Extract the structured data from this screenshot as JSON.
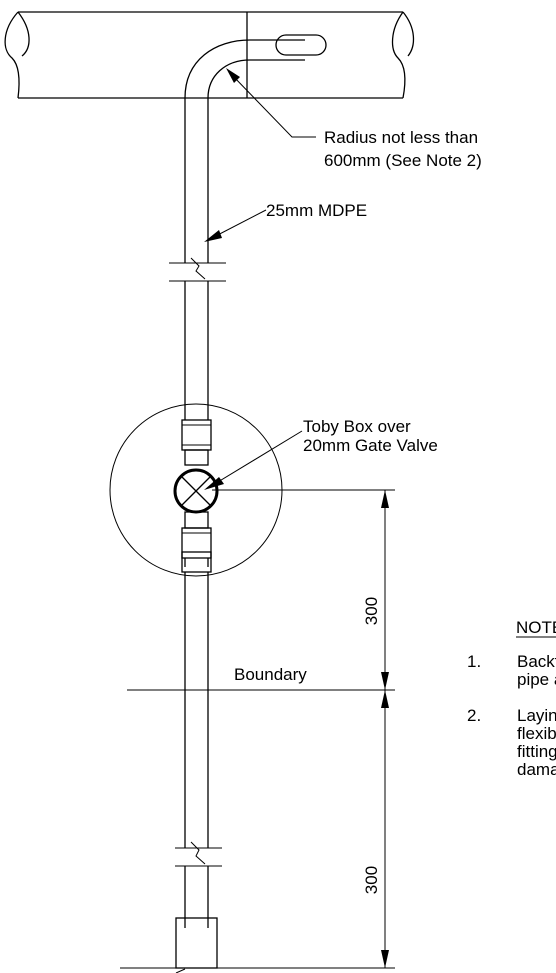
{
  "labels": {
    "radius_line1": "Radius not less than",
    "radius_line2": "600mm (See Note 2)",
    "pipe": "25mm MDPE",
    "toby_line1": "Toby Box over",
    "toby_line2": "20mm Gate Valve",
    "boundary": "Boundary"
  },
  "dimensions": {
    "upper": "300",
    "lower": "300"
  },
  "notes": {
    "heading": "NOTE",
    "items": [
      {
        "number": "1.",
        "lines": [
          "Backfi",
          "pipe a"
        ]
      },
      {
        "number": "2.",
        "lines": [
          "Laying",
          "flexibil",
          "fittings",
          "damag"
        ]
      }
    ]
  }
}
